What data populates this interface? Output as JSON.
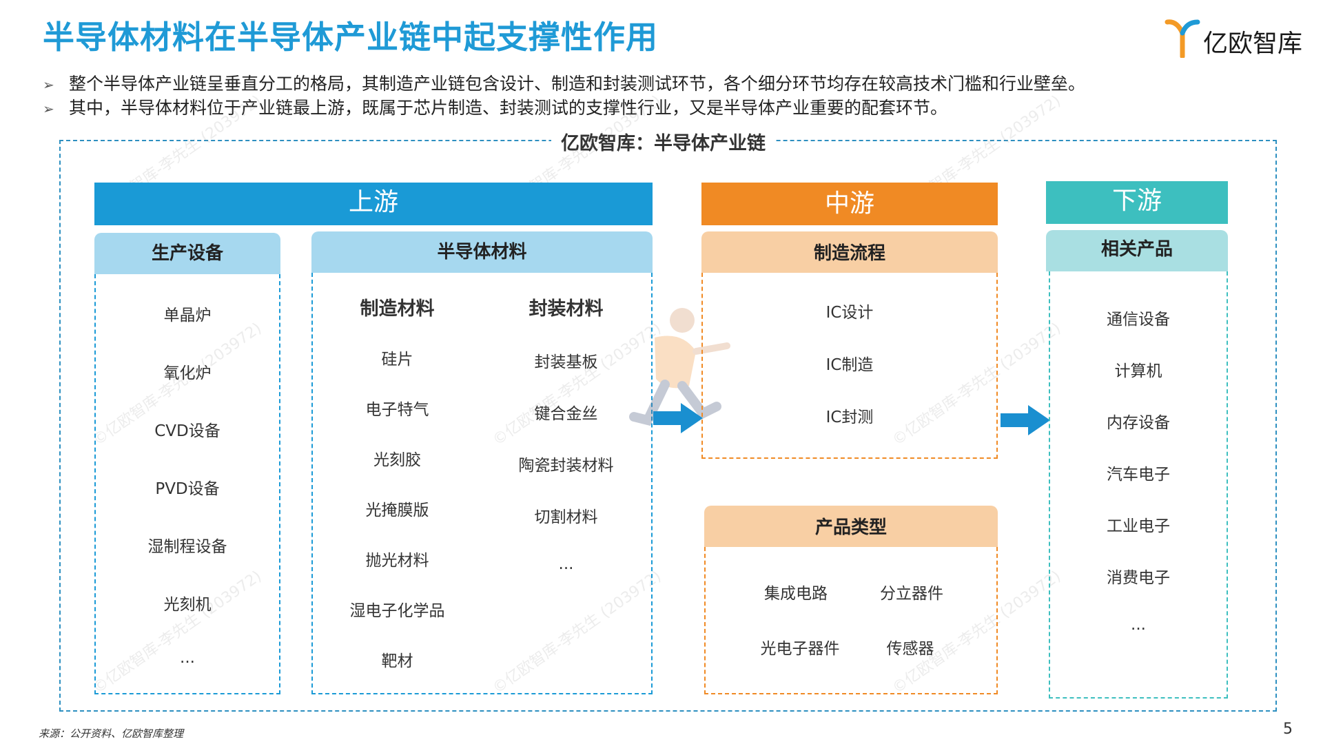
{
  "title": "半导体材料在半导体产业链中起支撑性作用",
  "logo": {
    "text": "亿欧智库"
  },
  "bullets": [
    "整个半导体产业链呈垂直分工的格局，其制造产业链包含设计、制造和封装测试环节，各个细分环节均存在较高技术门槛和行业壁垒。",
    "其中，半导体材料位于产业链最上游，既属于芯片制造、封装测试的支撑性行业，又是半导体产业重要的配套环节。"
  ],
  "diagram_title": "亿欧智库：半导体产业链",
  "upstream": {
    "label": "上游",
    "equipment": {
      "title": "生产设备",
      "items": [
        "单晶炉",
        "氧化炉",
        "CVD设备",
        "PVD设备",
        "湿制程设备",
        "光刻机",
        "..."
      ]
    },
    "materials": {
      "title": "半导体材料",
      "manufacturing": {
        "title": "制造材料",
        "items": [
          "硅片",
          "电子特气",
          "光刻胶",
          "光掩膜版",
          "抛光材料",
          "湿电子化学品",
          "靶材"
        ]
      },
      "packaging": {
        "title": "封装材料",
        "items": [
          "封装基板",
          "键合金丝",
          "陶瓷封装材料",
          "切割材料",
          "..."
        ]
      }
    }
  },
  "midstream": {
    "label": "中游",
    "process": {
      "title": "制造流程",
      "items": [
        "IC设计",
        "IC制造",
        "IC封测"
      ]
    },
    "products": {
      "title": "产品类型",
      "items": [
        "集成电路",
        "分立器件",
        "光电子器件",
        "传感器"
      ]
    }
  },
  "downstream": {
    "label": "下游",
    "related": {
      "title": "相关产品",
      "items": [
        "通信设备",
        "计算机",
        "内存设备",
        "汽车电子",
        "工业电子",
        "消费电子",
        "..."
      ]
    }
  },
  "watermark": "©亿欧智库-李先生 (203972)",
  "source": "来源：公开资料、亿欧智库整理",
  "page_number": "5",
  "colors": {
    "title_blue": "#1f9ad6",
    "upstream": "#1a9ad6",
    "upstream_light": "#a6d8ef",
    "midstream": "#f08a24",
    "midstream_light": "#f8cfa4",
    "downstream": "#3dbfbf",
    "downstream_light": "#a9dfe2",
    "arrow": "#1a8fd0"
  }
}
